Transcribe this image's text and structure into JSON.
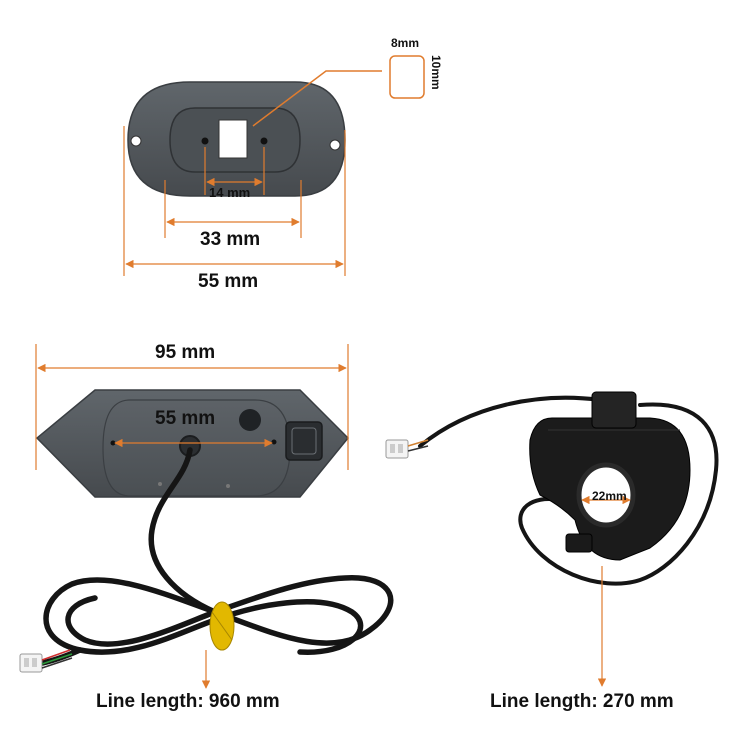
{
  "colors": {
    "accent": "#e07c2e",
    "housing": "#54595e",
    "housing_dark": "#3d4145",
    "cable": "#151515",
    "tie": "#e2b800"
  },
  "mount": {
    "square_width": "8mm",
    "square_height": "10mm",
    "hole_spacing": "14 mm",
    "inner_width": "33 mm",
    "outer_width": "55 mm"
  },
  "display": {
    "overall_width": "95 mm",
    "mount_width": "55 mm",
    "line_length": "Line length: 960 mm"
  },
  "throttle": {
    "bar_diameter": "22mm",
    "line_length": "Line length: 270 mm"
  }
}
